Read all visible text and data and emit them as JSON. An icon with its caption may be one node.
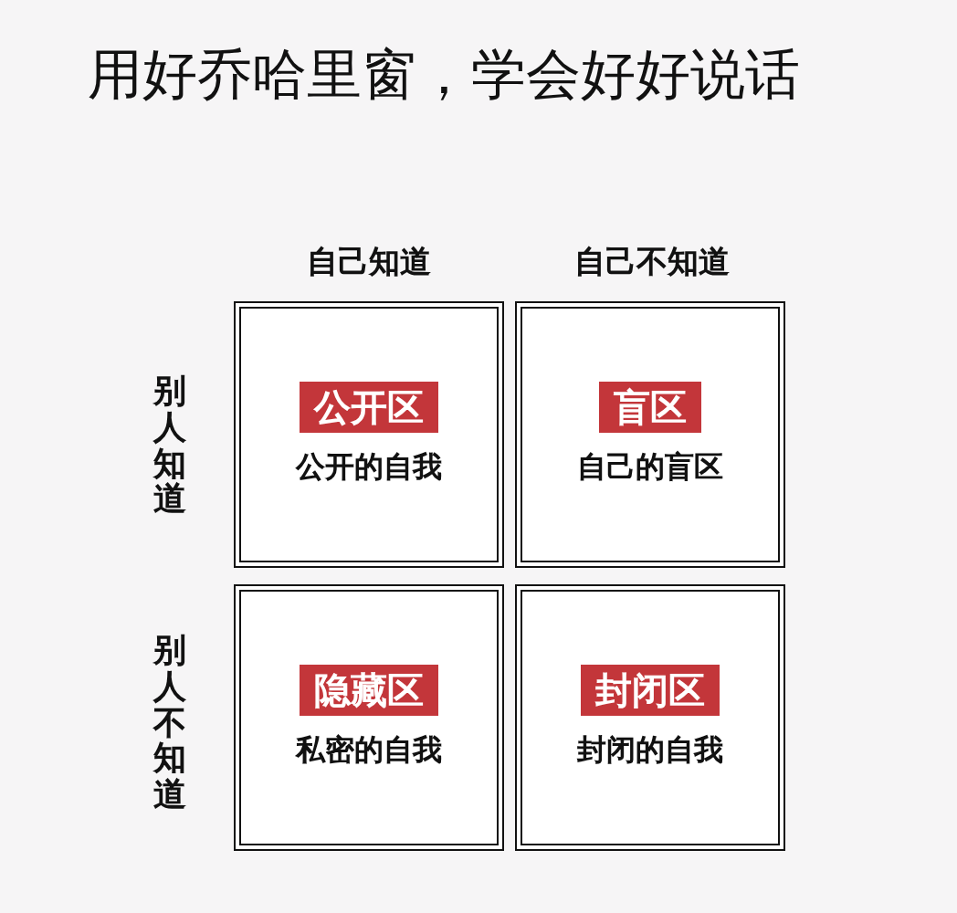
{
  "diagram": {
    "title": "用好乔哈里窗，学会好好说话",
    "nodes": [
      {
        "text": [
          "公开区",
          "公开的自我"
        ]
      },
      {
        "text": [
          "盲区",
          "自己的盲区"
        ]
      },
      {
        "text": [
          "隐藏区",
          "私密的自我"
        ]
      },
      {
        "text": [
          "封闭区",
          "封闭的自我"
        ]
      }
    ],
    "labels": [
      "自己知道",
      "自己不知道",
      "别人知道",
      "别人不知道"
    ]
  }
}
